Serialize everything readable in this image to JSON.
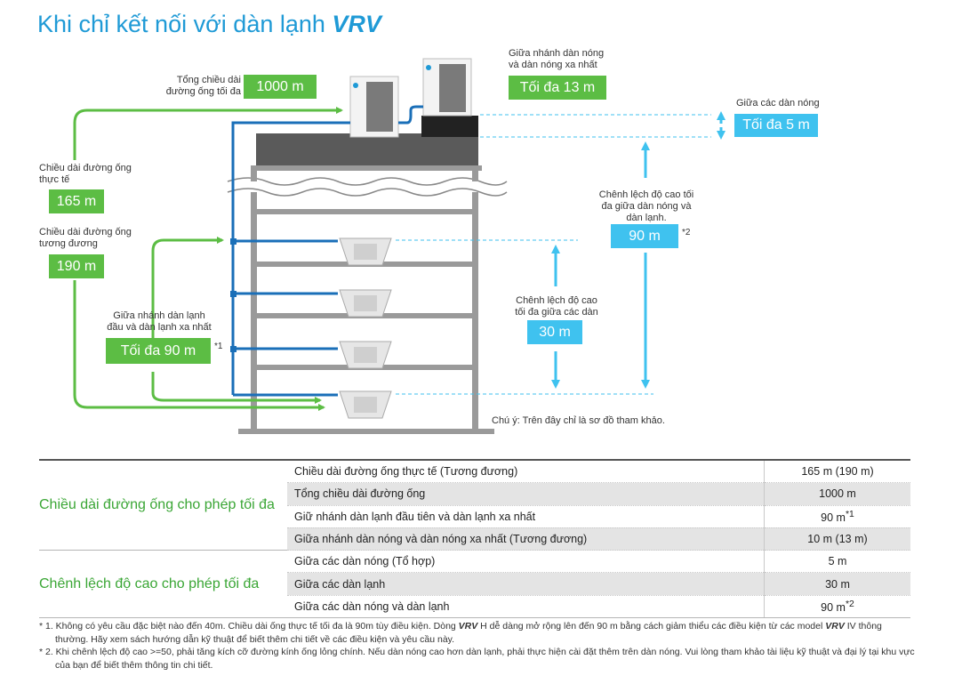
{
  "title": {
    "prefix": "Khi chỉ kết nối với dàn lạnh ",
    "brand": "VRV"
  },
  "labels": {
    "total_pipe": "Tổng chiều dài đường ống tối đa",
    "total_pipe_value": "1000 m",
    "actual_pipe": "Chiều dài đường ống thực tế",
    "actual_pipe_value": "165 m",
    "equiv_pipe": "Chiều dài đường ống tương đương",
    "equiv_pipe_value": "190 m",
    "indoor_branch": "Giữa nhánh dàn lạnh đầu và dàn lạnh xa nhất",
    "indoor_branch_value": "Tối đa 90 m",
    "indoor_branch_note": "*1",
    "outdoor_branch": "Giữa nhánh dàn nóng và dàn nóng xa nhất",
    "outdoor_branch_value": "Tối đa 13 m",
    "between_outdoor": "Giữa các dàn nóng",
    "between_outdoor_value": "Tối đa 5 m",
    "height_out_in": "Chênh lệch độ cao tối đa giữa dàn nóng và dàn lạnh.",
    "height_out_in_value": "90 m",
    "height_out_in_note": "*2",
    "height_indoor": "Chênh lệch độ cao tối đa giữa các dàn",
    "height_indoor_value": "30 m",
    "note": "Chú ý: Trên đây chỉ là sơ đồ tham khảo."
  },
  "table": {
    "cat_pipe": "Chiều dài đường ống cho phép tối đa",
    "cat_height": "Chênh lệch độ cao cho phép tối đa",
    "rows": [
      {
        "item": "Chiều dài đường ống thực tế (Tương đương)",
        "value": "165 m (190 m)",
        "sup": ""
      },
      {
        "item": "Tổng chiều dài đường ống",
        "value": "1000 m",
        "sup": ""
      },
      {
        "item": "Giữ nhánh dàn lạnh đầu tiên và dàn lạnh xa nhất",
        "value": "90 m",
        "sup": "*1"
      },
      {
        "item": "Giữa nhánh dàn nóng và dàn nóng xa nhất (Tương đương)",
        "value": "10 m (13 m)",
        "sup": ""
      },
      {
        "item": "Giữa các dàn nóng (Tổ hợp)",
        "value": "5 m",
        "sup": ""
      },
      {
        "item": "Giữa các dàn lạnh",
        "value": "30 m",
        "sup": ""
      },
      {
        "item": "Giữa các dàn nóng và dàn lạnh",
        "value": "90 m",
        "sup": "*2"
      }
    ]
  },
  "footnotes": {
    "f1_a": "* 1. Không có yêu cầu đặc biệt nào đến 40m. Chiều dài ống thực tế tối đa là 90m tùy điều kiện. Dòng ",
    "f1_b": "VRV",
    "f1_c": " H dễ dàng mở rộng lên đến 90 m bằng cách giảm thiểu các điều kiện từ các model ",
    "f1_d": "VRV",
    "f1_e": " IV thông thường. Hãy xem sách hướng dẫn kỹ thuật để biết thêm chi tiết về các điều kiện và yêu cầu này.",
    "f2": "* 2. Khi chênh lệch độ cao >=50, phải tăng kích cỡ đường kính ống lỏng chính. Nếu dàn nóng cao hơn dàn lạnh, phải thực hiện cài đặt thêm trên dàn nóng. Vui lòng tham khảo tài liệu kỹ thuật và đại lý tại khu vực của bạn để biết thêm thông tin chi tiết."
  },
  "colors": {
    "title": "#1f9ad6",
    "green": "#5cbd44",
    "cyan": "#3fc2ef",
    "pipe": "#1a6fb8",
    "roof": "#5a5a5a"
  }
}
